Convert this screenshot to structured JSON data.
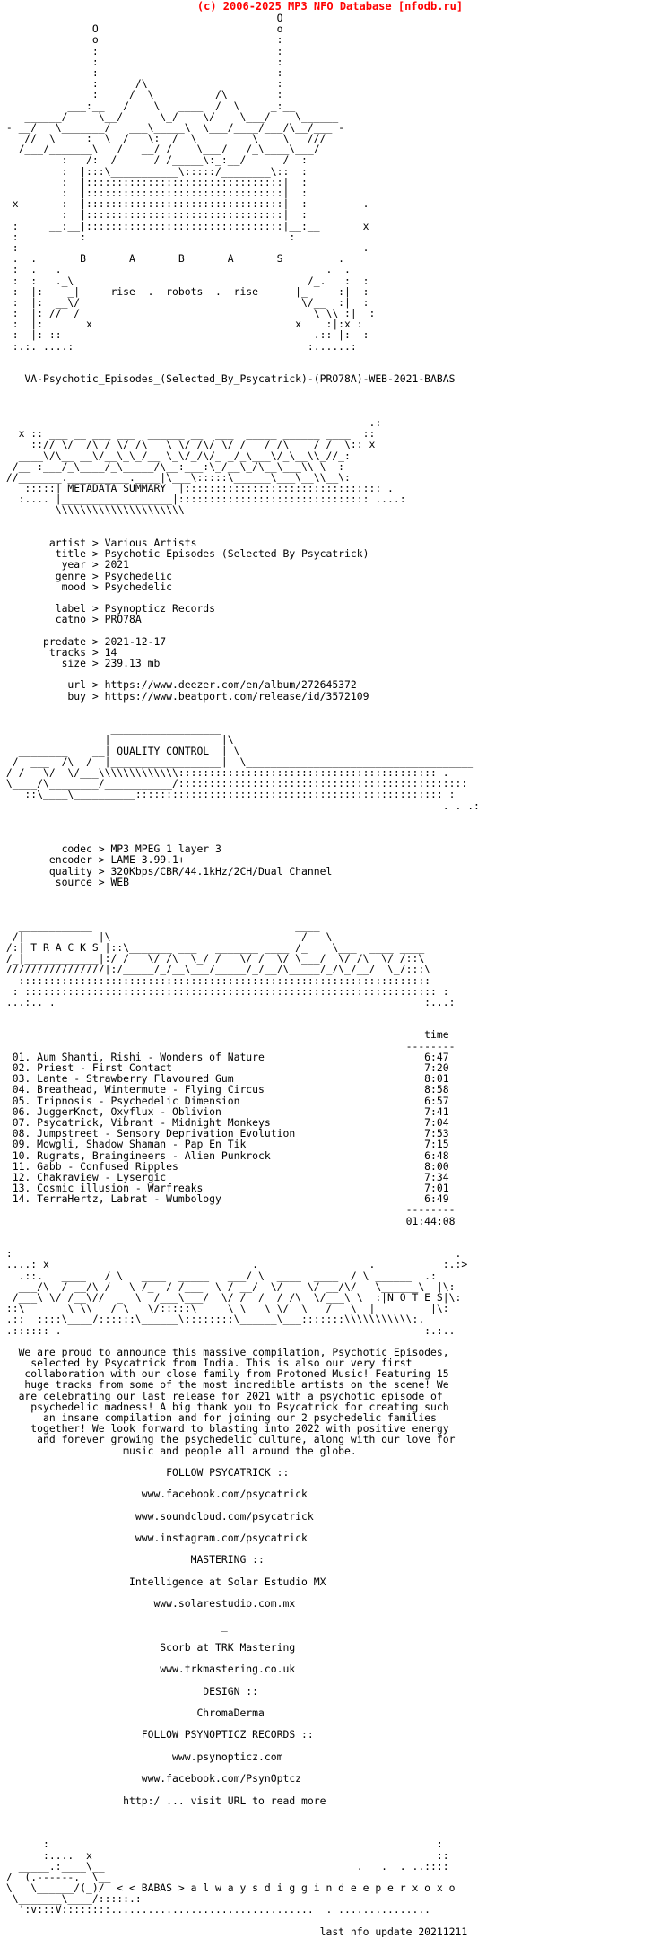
{
  "header": "(c) 2006-2025 MP3 NFO Database [nfodb.ru]",
  "colors": {
    "header": "#ff0000",
    "text": "#000000",
    "background": "#ffffff"
  },
  "nfo_lines": [
    "                                             O",
    "               O                             o",
    "               o                             :",
    "               :                             :",
    "               :                             :",
    "               :                             :",
    "               :      /\\                     :",
    "               :     /  \\          /\\        :",
    "           ___:__   /    \\   ____  /  \\     _:__",
    "    ______/     \\__/      \\_/    \\/    \\___/    \\______",
    " - __/   \\_______/   ___\\_____\\  \\___/____/___/\\__/___ -",
    "    //  \\     :  \\__/   \\:  /__\\      ___\\    \\   ///",
    "   /___/_______\\   /   __/ /    \\___/   /_\\____\\___/",
    "          :   /:  /      / /_____\\:_:__/      /  :",
    "          :  |:::\\___________\\:::::/________\\::  :",
    "          :  |::::::::::::::::::::::::::::::::|  :",
    "          :  |::::::::::::::::::::::::::::::::|  :",
    "  x       :  |::::::::::::::::::::::::::::::::|  :         .",
    "          :  |::::::::::::::::::::::::::::::::|  :",
    "  :     __:__|::::::::::::::::::::::::::::::::|__:__       x",
    "  :          :                                 :",
    "  :                                                        .",
    "  .  .       B       A       B       A       S         .",
    "  :  .   . ________________________________________  .  .",
    "  :  :   ._\\                                      /_.   :  :",
    "  :  |:    _|     rise  .  robots  .  rise      |_     :|  :",
    "  :  |:  __\\/                                    \\/__  :|  :",
    "  :  |: //  /                                      \\ \\\\ :|  :",
    "  :  |:       x                                 x    :|:x :",
    "  :  |: ::                                         .:: |:  :",
    "  :.:. ....:                                      :......:",
    "",
    "",
    "    VA-Psychotic_Episodes_(Selected_By_Psycatrick)-(PRO78A)-WEB-2021-BABAS",
    "",
    "",
    "",
    "                                                            .:",
    "   x :: ___ __ ___ ___  ______ __  ___  _____ ______ ____  ::",
    "     :://_\\/ _/\\_/ \\/ /\\___\\ \\/ /\\/ \\/ /___/ /\\ ___/ /  \\:: x",
    "   ____\\/\\__ __\\/__\\_\\_/__ \\_\\/_/\\/_ _/_\\___\\/_\\__\\\\_//_:",
    "  /__ :___/_\\____/_\\_____/\\__:___:\\_/__\\_/\\__\\___\\\\ \\  :",
    " //_______.__________.____|\\___\\:::::\\______\\___\\__\\\\__\\:",
    "    :::::| METADATA SUMMARY  |:::::::::::::::::::::::::::::::: .",
    "   :.... |__________________|::::::::::::::::::::::::::::::: ....:",
    "         \\\\\\\\\\\\\\\\\\\\\\\\\\\\\\\\\\\\\\\\\\",
    "",
    "",
    "        artist > Various Artists",
    "         title > Psychotic Episodes (Selected By Psycatrick)",
    "          year > 2021",
    "         genre > Psychedelic",
    "          mood > Psychedelic",
    "",
    "         label > Psynopticz Records",
    "         catno > PRO78A",
    "",
    "       predate > 2021-12-17",
    "        tracks > 14",
    "          size > 239.13 mb",
    "",
    "           url > https://www.deezer.com/en/album/272645372",
    "           buy > https://www.beatport.com/release/id/3572109",
    "",
    "",
    "                  __________________",
    "                 |                  |\\",
    "   ________    __| QUALITY CONTROL  | \\",
    "  /  ___  /\\  /  |__________________|  \\_____________________________________",
    " / /   \\/  \\/___\\\\\\\\\\\\\\\\\\\\\\\\\\:::::::::::::::::::::::::::::::::::::::::: .",
    " \\____/\\________/___________/:::::::::::::::::::::::::::::::::::::::::::::::",
    "    ::\\____\\__________:::::::::::::::::::::::::::::::::::::::::::::::::: :",
    "                                                                        . . .:",
    "",
    "",
    "",
    "          codec > MP3 MPEG 1 layer 3",
    "        encoder > LAME 3.99.1+",
    "        quality > 320Kbps/CBR/44.1kHz/2CH/Dual Channel",
    "         source > WEB",
    "",
    "",
    "",
    "   ____________                                 ____",
    "  /|            |\\                               /   \\ ",
    " /:| T R A C K S |::\\_______ ___   _______ ____ /_    \\___  ____ ____",
    " /_|____________|:/ /   \\/ /\\  \\_/ /   \\/ /  \\/ \\___/  \\/ /\\  \\/ /::\\",
    " ////////////////|:/_____/_/__\\___/_____/_/__/\\_____/_/\\_/__/  \\_/:::\\",
    "   :::::::::::::::::::::::::::::::::::::::::::::::::::::::::::::::::::",
    "  : ::::::::::::::::::::::::::::::::::::::::::::::::::::::::::::::::::: :",
    " ...:.. .                                                            :...:",
    "",
    "",
    "                                                                     time",
    "                                                                  --------",
    "  01. Aum Shanti, Rishi - Wonders of Nature                          6:47",
    "  02. Priest - First Contact                                         7:20",
    "  03. Lante - Strawberry Flavoured Gum                               8:01",
    "  04. Breathead, Wintermute - Flying Circus                          8:58",
    "  05. Tripnosis - Psychedelic Dimension                              6:57",
    "  06. JuggerKnot, Oxyflux - Oblivion                                 7:41",
    "  07. Psycatrick, Vibrant - Midnight Monkeys                         7:04",
    "  08. Jumpstreet - Sensory Deprivation Evolution                     7:53",
    "  09. Mowgli, Shadow Shaman - Pap En Tik                             7:15",
    "  10. Rugrats, Braingineers - Alien Punkrock                         6:48",
    "  11. Gabb - Confused Ripples                                        8:00",
    "  12. Chakraview - Lysergic                                          7:34",
    "  13. Cosmic illusion - Warfreaks                                    7:01",
    "  14. TerraHertz, Labrat - Wumbology                                 6:49",
    "                                                                  --------",
    "                                                                  01:44:08",
    "",
    "",
    " :                                                                        .",
    " ....: x          _                      .                 _.           :.:>",
    "   .::.   ____   / \\   ____  _____   ___/ \\  ____  ____  / \\ ______  .: ",
    "   ___/\\  / __/\\ /   \\ /_  / /___  \\ / __/  \\/    \\/ __/\\/   \\______\\  |\\:",
    "  /___\\ \\/ /__\\//  _  \\  /___\\___/  \\/ /  /  / /\\  \\/___\\ \\  :|N O T E S|\\:",
    " ::\\_______\\_\\\\___/ \\___\\/:::::\\_____\\_\\___\\_\\/__\\___/___\\__|_________|\\:",
    " .::  ::::\\____/::::::\\______\\::::::::\\______\\___:::::::\\\\\\\\\\\\\\\\\\\\\\:.",
    " .:::::: .                                                           :.:..",
    "",
    "   We are proud to announce this massive compilation, Psychotic Episodes,",
    "     selected by Psycatrick from India. This is also our very first",
    "    collaboration with our close family from Protoned Music! Featuring 15",
    "    huge tracks from some of the most incredible artists on the scene! We",
    "   are celebrating our last release for 2021 with a psychotic episode of",
    "     psychedelic madness! A big thank you to Psycatrick for creating such",
    "       an insane compilation and for joining our 2 psychedelic families",
    "     together! We look forward to blasting into 2022 with positive energy",
    "      and forever growing the psychedelic culture, along with our love for",
    "                    music and people all around the globe.",
    "",
    "                           FOLLOW PSYCATRICK ::",
    "",
    "                       www.facebook.com/psycatrick",
    "",
    "                      www.soundcloud.com/psycatrick",
    "",
    "                      www.instagram.com/psycatrick",
    "",
    "                               MASTERING ::",
    "",
    "                     Intelligence at Solar Estudio MX",
    "",
    "                         www.solarestudio.com.mx",
    "",
    "                                    _",
    "",
    "                          Scorb at TRK Mastering",
    "",
    "                          www.trkmastering.co.uk",
    "",
    "                                 DESIGN ::",
    "",
    "                                ChromaDerma",
    "",
    "                       FOLLOW PSYNOPTICZ RECORDS ::",
    "",
    "                            www.psynopticz.com",
    "",
    "                       www.facebook.com/PsynOptcz",
    "",
    "                    http:/ ... visit URL to read more",
    "",
    "",
    "",
    "       :                                                               :",
    "       :....  x                                                        ::",
    "   _____.:____\\__                                         .   .  . ..::::",
    " /  (.------.  \\__                                                   ",
    " \\   \\______/(_)/  < < BABAS > a l w a y s d i g g i n d e e p e r x o x o",
    "  \\_______\\____/:::::.:",
    "   ':v:::V::::::::.................................  . ...............",
    "",
    "                                                    last nfo update 20211211"
  ]
}
